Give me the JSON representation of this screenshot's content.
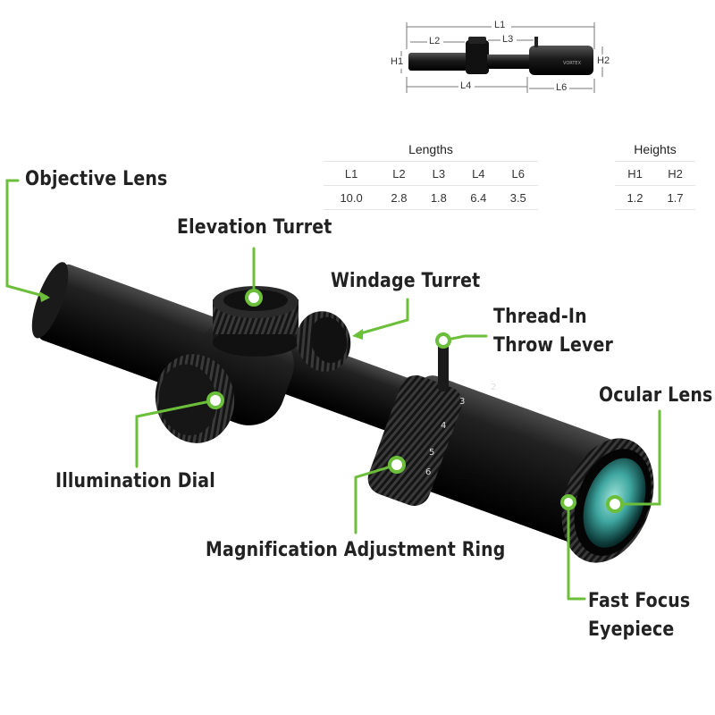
{
  "labels": {
    "objective_lens": "Objective Lens",
    "elevation_turret": "Elevation Turret",
    "windage_turret": "Windage Turret",
    "thread_in_line1": "Thread-In",
    "thread_in_line2": "Throw Lever",
    "ocular_lens": "Ocular Lens",
    "illumination_dial": "Illumination Dial",
    "magnification_ring": "Magnification Adjustment Ring",
    "fast_focus_line1": "Fast Focus",
    "fast_focus_line2": "Eyepiece"
  },
  "dimension_labels": {
    "l1": "L1",
    "l2": "L2",
    "l3": "L3",
    "l4": "L4",
    "l6": "L6",
    "h1": "H1",
    "h2": "H2"
  },
  "lengths_table": {
    "title": "Lengths",
    "headers": [
      "L1",
      "L2",
      "L3",
      "L4",
      "L6"
    ],
    "values": [
      "10.0",
      "2.8",
      "1.8",
      "6.4",
      "3.5"
    ]
  },
  "heights_table": {
    "title": "Heights",
    "headers": [
      "H1",
      "H2"
    ],
    "values": [
      "1.2",
      "1.7"
    ]
  },
  "magnification_marks": [
    "2",
    "3",
    "4",
    "5",
    "6"
  ],
  "colors": {
    "callout_green": "#6cbf3a",
    "scope_black": "#111111",
    "lens_teal": "#3fa7a0",
    "text": "#222222"
  }
}
